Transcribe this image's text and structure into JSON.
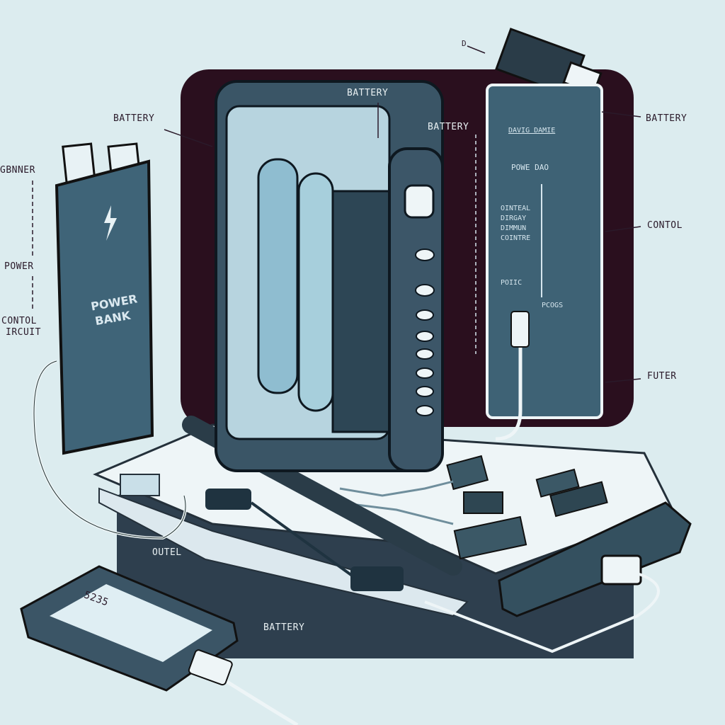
{
  "labels": {
    "left_battery": "BATTERY",
    "left_gbnner": "GBNNER",
    "left_power": "POWER",
    "left_control_1": "CONTOL",
    "left_control_2": "IRCUIT",
    "top_battery": "BATTERY",
    "mid_battery": "BATTERY",
    "top_d": "D",
    "right_battery": "BATTERY",
    "right_control": "CONTOL",
    "right_futer": "FUTER",
    "bottom_outel": "OUTEL",
    "bottom_battery": "BATTERY"
  },
  "power_bank": {
    "line1": "POWER",
    "line2": "BANK"
  },
  "panel_text": {
    "title": "DAVIG DAMIE",
    "subtitle": "POWE DAO",
    "line1": "OINTEAL",
    "line2": "DIRGAY",
    "line3": "DIMMUN",
    "line4": "COINTRE",
    "line5": "POIIC",
    "line6": "PCOGS"
  },
  "phone": {
    "screen_text": "5235"
  },
  "colors": {
    "background": "#dcecef",
    "dark_panel": "#2a0f1e",
    "device_blue": "#3f6478",
    "slate": "#2e3f4e"
  }
}
